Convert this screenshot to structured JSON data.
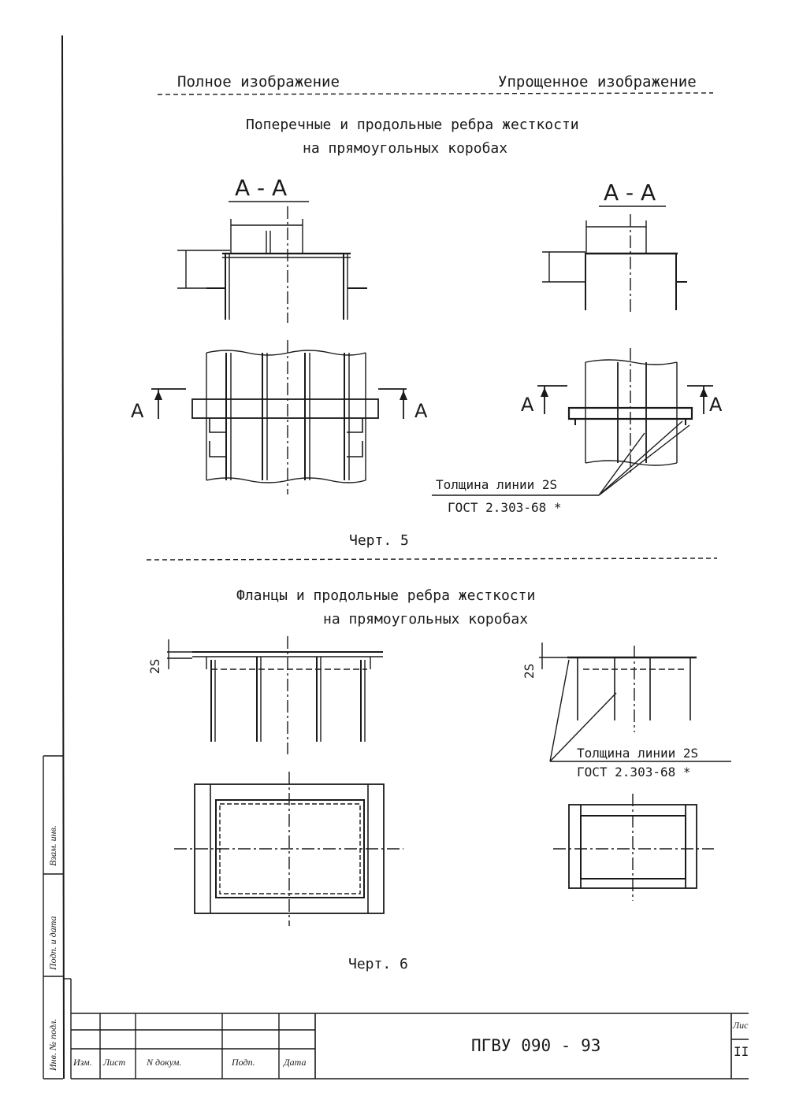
{
  "header": {
    "left": "Полное изображение",
    "right": "Упрощенное изображение"
  },
  "section5": {
    "title_line1": "Поперечные и продольные ребра жесткости",
    "title_line2": "на прямоугольных коробах",
    "section_label": "А - А",
    "cut_mark": "А",
    "line_note1": "Толщина линии 2S",
    "line_note2": "ГОСТ 2.303-68 *",
    "caption": "Черт. 5"
  },
  "section6": {
    "title_line1": "Фланцы и продольные ребра жесткости",
    "title_line2": "на прямоугольных коробах",
    "dim_label": "2S",
    "line_note1": "Толщина линии 2S",
    "line_note2": "ГОСТ 2.303-68 *",
    "caption": "Черт. 6"
  },
  "left_stamp": {
    "col1": "Инв. № подл.",
    "col2": "Подп. и дата",
    "col3": "Взам. инв."
  },
  "title_block": {
    "headers": [
      "Изм.",
      "Лист",
      "N докум.",
      "Подп.",
      "Дата"
    ],
    "document_number": "ПГВУ 090 - 93",
    "sheet_label": "Лис",
    "sheet_number": "II"
  }
}
